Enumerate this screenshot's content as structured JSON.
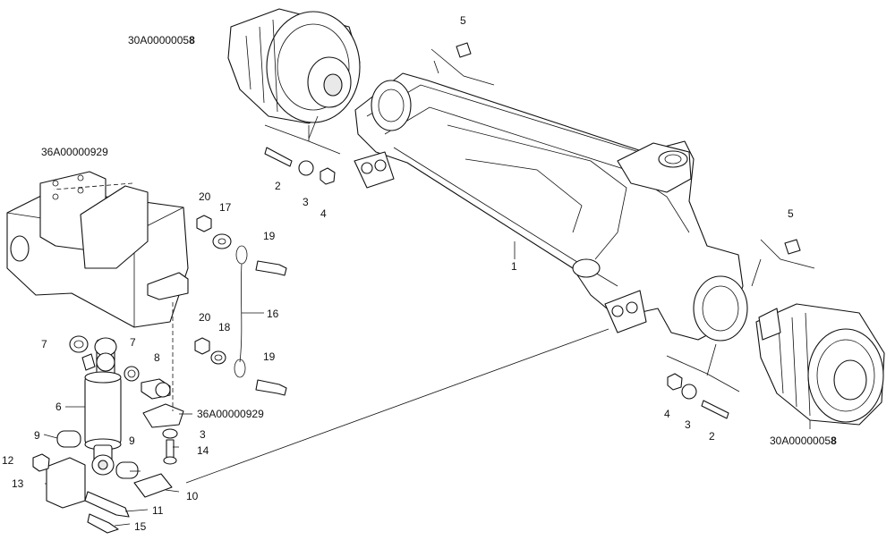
{
  "references": {
    "hub_top": "30A0000005",
    "hub_top_suffix": "8",
    "hub_bottom": "30A0000005",
    "hub_bottom_suffix": "8",
    "frame_top": "36A00000929",
    "frame_mid": "36A00000929"
  },
  "callouts": [
    {
      "id": "c1",
      "text": "1"
    },
    {
      "id": "c5a",
      "text": "5"
    },
    {
      "id": "c5b",
      "text": "5"
    },
    {
      "id": "c2a",
      "text": "2"
    },
    {
      "id": "c3a",
      "text": "3"
    },
    {
      "id": "c4a",
      "text": "4"
    },
    {
      "id": "c2b",
      "text": "2"
    },
    {
      "id": "c3b",
      "text": "3"
    },
    {
      "id": "c4b",
      "text": "4"
    },
    {
      "id": "c20a",
      "text": "20"
    },
    {
      "id": "c17",
      "text": "17"
    },
    {
      "id": "c19a",
      "text": "19"
    },
    {
      "id": "c16",
      "text": "16"
    },
    {
      "id": "c20b",
      "text": "20"
    },
    {
      "id": "c18",
      "text": "18"
    },
    {
      "id": "c19b",
      "text": "19"
    },
    {
      "id": "c7a",
      "text": "7"
    },
    {
      "id": "c7b",
      "text": "7"
    },
    {
      "id": "c8",
      "text": "8"
    },
    {
      "id": "c6",
      "text": "6"
    },
    {
      "id": "c9a",
      "text": "9"
    },
    {
      "id": "c9b",
      "text": "9"
    },
    {
      "id": "c3c",
      "text": "3"
    },
    {
      "id": "c14",
      "text": "14"
    },
    {
      "id": "c12",
      "text": "12"
    },
    {
      "id": "c13",
      "text": "13"
    },
    {
      "id": "c10",
      "text": "10"
    },
    {
      "id": "c11",
      "text": "11"
    },
    {
      "id": "c15",
      "text": "15"
    }
  ]
}
